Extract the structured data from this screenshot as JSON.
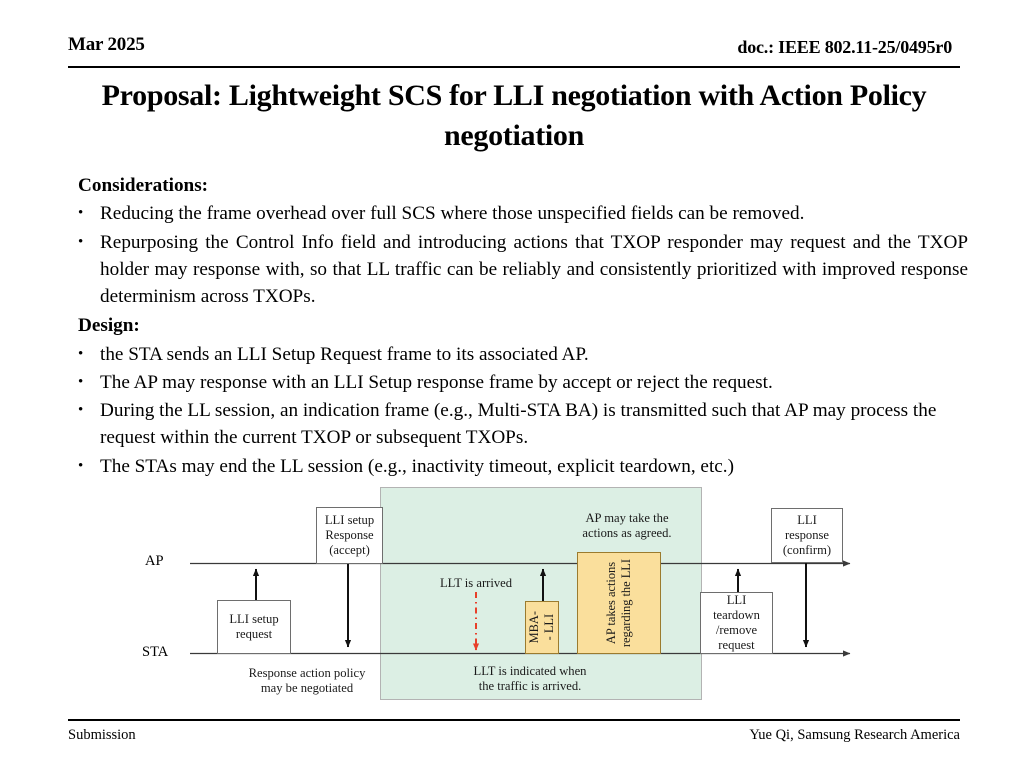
{
  "header": {
    "date": "Mar 2025",
    "doc": "doc.: IEEE 802.11-25/0495r0"
  },
  "title": "Proposal: Lightweight SCS for LLI negotiation with Action Policy negotiation",
  "body": {
    "considerations_head": "Considerations:",
    "considerations": [
      "Reducing the frame overhead over full SCS where those unspecified fields can be removed.",
      "Repurposing the Control Info field and introducing actions that TXOP responder may request and the TXOP holder may response with, so that LL traffic can be reliably and consistently prioritized with improved response determinism across TXOPs."
    ],
    "design_head": "Design:",
    "design": [
      "the STA sends an LLI Setup Request frame to its associated AP.",
      "The AP may response with an LLI Setup response frame by accept or reject the request.",
      "During the LL session, an indication frame (e.g., Multi-STA BA) is transmitted such that AP may process the request within the current TXOP or subsequent TXOPs.",
      "The STAs may end the LL session (e.g., inactivity timeout, explicit teardown, etc.)"
    ],
    "bullet_mark": "•"
  },
  "diagram": {
    "lane_ap": "AP",
    "lane_sta": "STA",
    "msg_lli_setup_request": "LLI setup\nrequest",
    "msg_lli_setup_response": "LLI setup\nResponse\n(accept)",
    "msg_lli_response_confirm": "LLI\nresponse\n(confirm)",
    "msg_lli_teardown": "LLI\nteardown\n/remove\nrequest",
    "action_mba_lli": "MBA-\n- LLI",
    "action_ap_takes": "AP takes actions\nregarding the LLI",
    "caption_response_policy": "Response action policy\nmay be negotiated",
    "caption_llt_arrived": "LLT is arrived",
    "caption_llt_indicated": "LLT is indicated when\nthe traffic is arrived.",
    "caption_ap_may_take": "AP may take the\nactions as agreed.",
    "colors": {
      "green_region": "#dcefe4",
      "action_box": "#fadf9c",
      "action_border": "#9b7b2e",
      "red_arrow": "#e8402a"
    }
  },
  "footer": {
    "left": "Submission",
    "right": "Yue Qi, Samsung Research America"
  }
}
